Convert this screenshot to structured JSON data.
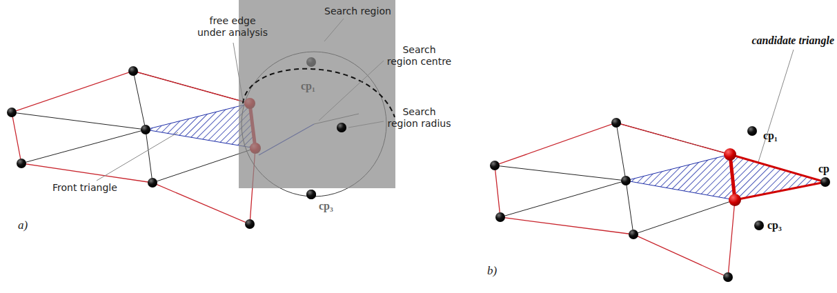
{
  "diagram": {
    "labels": [
      "free edge under analysis",
      "Search region",
      "Search region centre",
      "Search region radius",
      "Front triangle",
      "cp₁",
      "cp₃",
      "a)",
      "candidate triangle",
      "cp₁",
      "cp",
      "cp₃",
      "b)"
    ]
  }
}
